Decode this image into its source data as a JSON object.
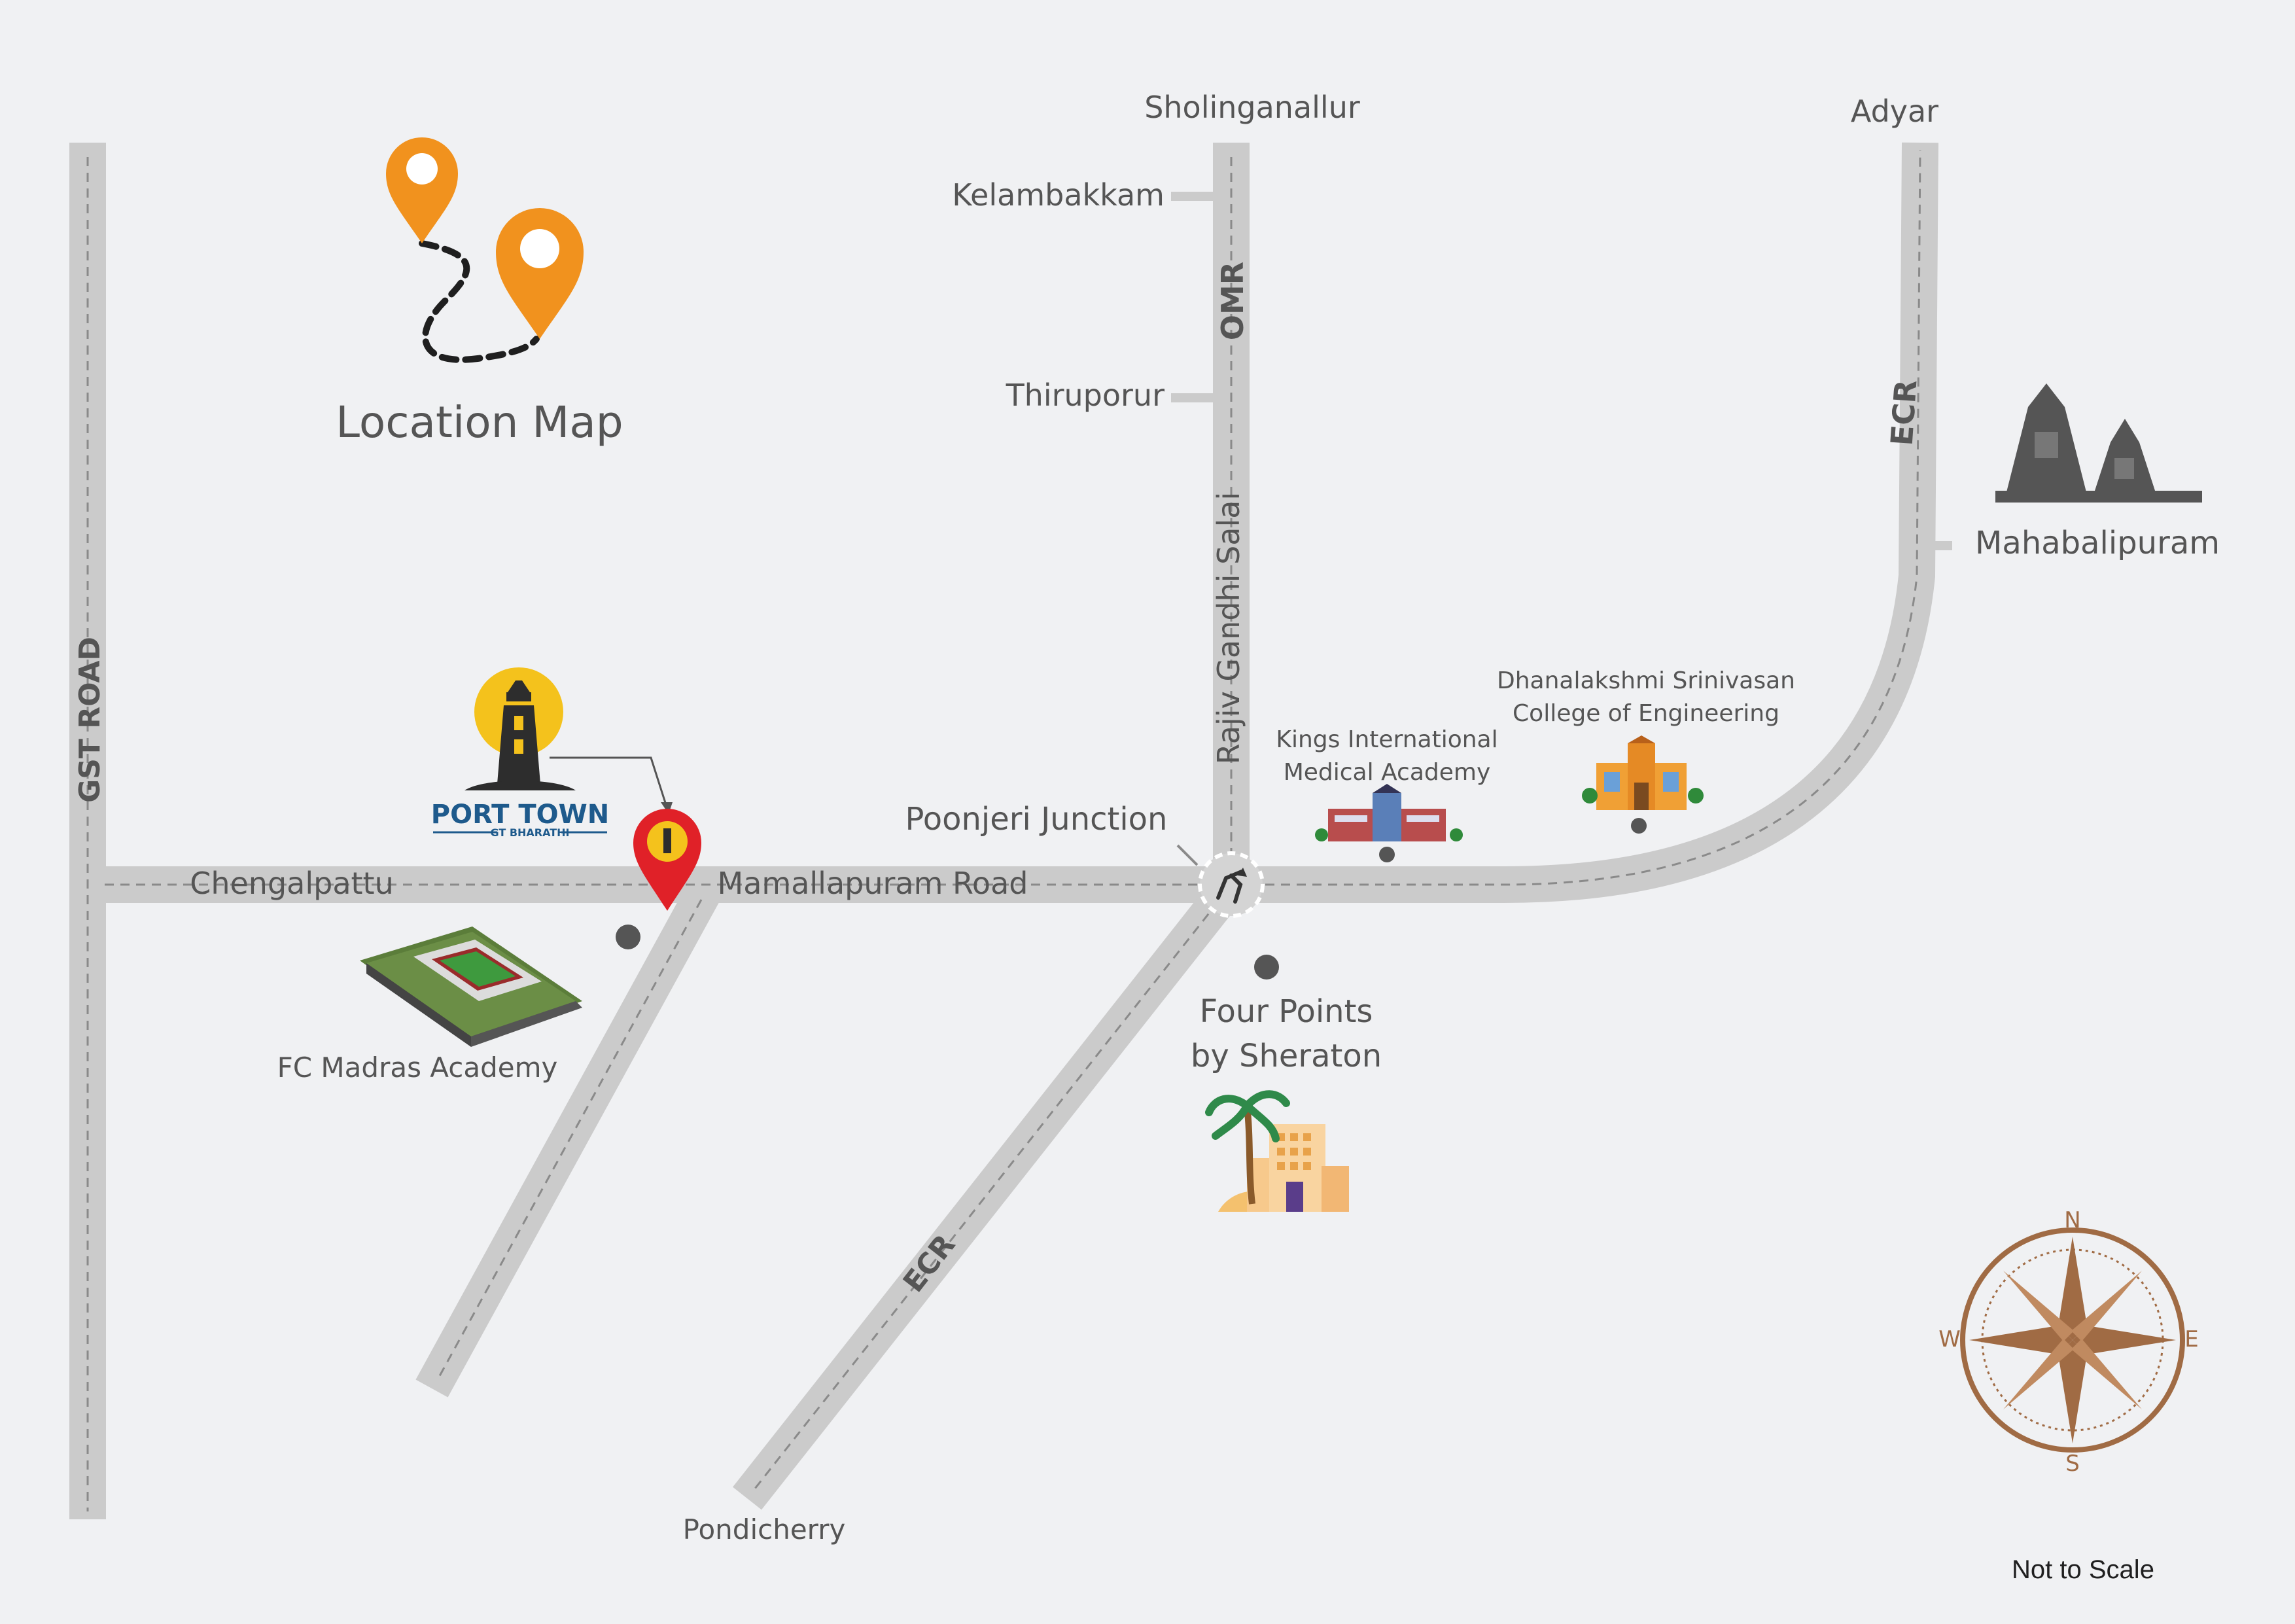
{
  "title": "Location Map",
  "brand": {
    "name": "PORT TOWN",
    "sub": "GT BHARATHI"
  },
  "roads": {
    "gst": "GST ROAD",
    "omr": "OMR",
    "rajiv": "Rajiv Gandhi Salai",
    "ecr_north": "ECR",
    "ecr_south": "ECR",
    "mamallapuram": "Mamallapuram Road",
    "chengalpattu": "Chengalpattu"
  },
  "places": {
    "sholinganallur": "Sholinganallur",
    "kelambakkam": "Kelambakkam",
    "thiruporur": "Thiruporur",
    "adyar": "Adyar",
    "mahabalipuram": "Mahabalipuram",
    "poonjeri": "Poonjeri Junction",
    "pondicherry": "Pondicherry"
  },
  "landmarks": {
    "fc_madras": "FC Madras Academy",
    "kings_1": "Kings International",
    "kings_2": "Medical Academy",
    "dhanalakshmi_1": "Dhanalakshmi Srinivasan",
    "dhanalakshmi_2": "College of Engineering",
    "sheraton_1": "Four Points",
    "sheraton_2": "by Sheraton"
  },
  "compass": {
    "n": "N",
    "s": "S",
    "e": "E",
    "w": "W"
  },
  "note": "Not to Scale",
  "colors": {
    "road": "#cbcbcb",
    "pin_orange": "#f1921e",
    "pin_red": "#e02128",
    "compass": "#a06b44",
    "sun": "#f4c21c",
    "brand_blue": "#1e5a8c"
  }
}
